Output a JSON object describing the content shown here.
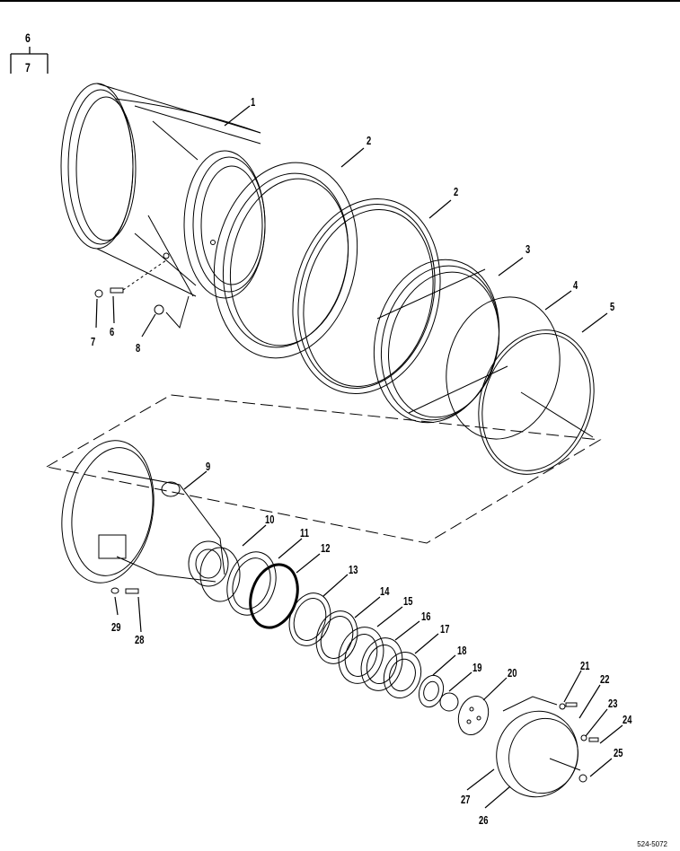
{
  "figure_index": {
    "parent": "6",
    "child": "7"
  },
  "figure_code": "524-5072",
  "callouts": [
    {
      "id": "1",
      "label": "1"
    },
    {
      "id": "2a",
      "label": "2"
    },
    {
      "id": "2b",
      "label": "2"
    },
    {
      "id": "3",
      "label": "3"
    },
    {
      "id": "4",
      "label": "4"
    },
    {
      "id": "5",
      "label": "5"
    },
    {
      "id": "6",
      "label": "6"
    },
    {
      "id": "7",
      "label": "7"
    },
    {
      "id": "8",
      "label": "8"
    },
    {
      "id": "9",
      "label": "9"
    },
    {
      "id": "10",
      "label": "10"
    },
    {
      "id": "11",
      "label": "11"
    },
    {
      "id": "12",
      "label": "12"
    },
    {
      "id": "13",
      "label": "13"
    },
    {
      "id": "14",
      "label": "14"
    },
    {
      "id": "15",
      "label": "15"
    },
    {
      "id": "16",
      "label": "16"
    },
    {
      "id": "17",
      "label": "17"
    },
    {
      "id": "18",
      "label": "18"
    },
    {
      "id": "19",
      "label": "19"
    },
    {
      "id": "20",
      "label": "20"
    },
    {
      "id": "21",
      "label": "21"
    },
    {
      "id": "22",
      "label": "22"
    },
    {
      "id": "23",
      "label": "23"
    },
    {
      "id": "24",
      "label": "24"
    },
    {
      "id": "25",
      "label": "25"
    },
    {
      "id": "26",
      "label": "26"
    },
    {
      "id": "27",
      "label": "27"
    },
    {
      "id": "28",
      "label": "28"
    },
    {
      "id": "29",
      "label": "29"
    }
  ]
}
